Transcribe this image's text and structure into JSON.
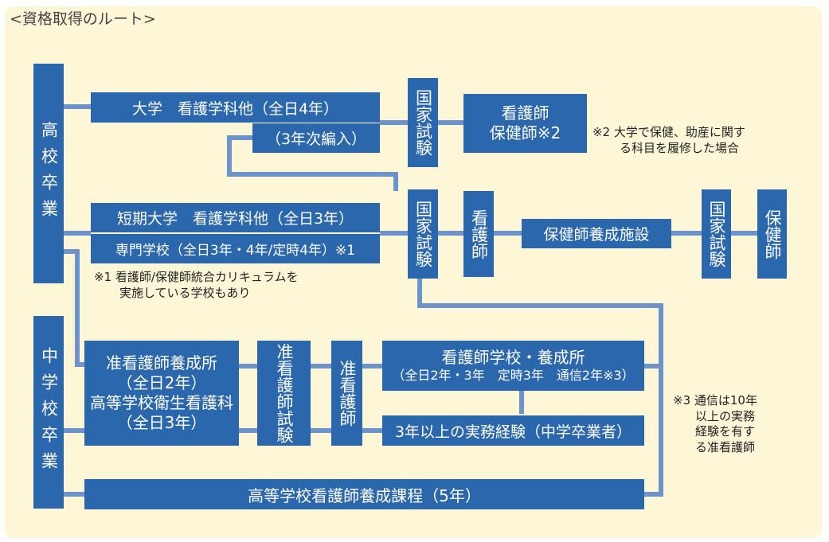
{
  "caption": "<資格取得のルート>",
  "left": {
    "high_school": "高校卒業",
    "middle_school": "中学校卒業"
  },
  "routes": {
    "university": "大学　看護学科他（全日4年）",
    "transfer": "（3年次編入）",
    "junior_college": "短期大学　看護学科他（全日3年）",
    "vocational": "専門学校（全日3年・4年/定時4年）※1",
    "assoc_school_1": "准看護師養成所",
    "assoc_school_2": "（全日2年）",
    "assoc_school_3": "高等学校衛生看護科",
    "assoc_school_4": "（全日3年）",
    "nursing_school_1": "看護師学校・養成所",
    "nursing_school_2": "（全日2年・3年　定時3年　通信2年※3）",
    "experience": "3年以上の実務経験（中学卒業者）",
    "hs_nursing": "高等学校看護師養成課程（5年）",
    "phn_school": "保健師養成施設"
  },
  "exams": {
    "national_1": "国家試験",
    "national_2": "国家試験",
    "national_3": "国家試験",
    "assoc_exam": "准看護師試験"
  },
  "licenses": {
    "nurse_phn_1": "看護師",
    "nurse_phn_2": "保健師※2",
    "nurse": "看護師",
    "assoc_nurse": "准看護師",
    "phn": "保健師"
  },
  "notes": {
    "note1_line1": "※1 看護師/保健師統合カリキュラムを",
    "note1_line2": "実施している学校もあり",
    "note2_line1": "※2 大学で保健、助産に関す",
    "note2_line2": "る科目を履修した場合",
    "note3_line1": "※3 通信は10年",
    "note3_line2": "以上の実務",
    "note3_line3": "経験を有す",
    "note3_line4": "る准看護師"
  },
  "colors": {
    "box": "#2b67ad",
    "line": "#6d93cc",
    "background": "#fdf7d8"
  }
}
